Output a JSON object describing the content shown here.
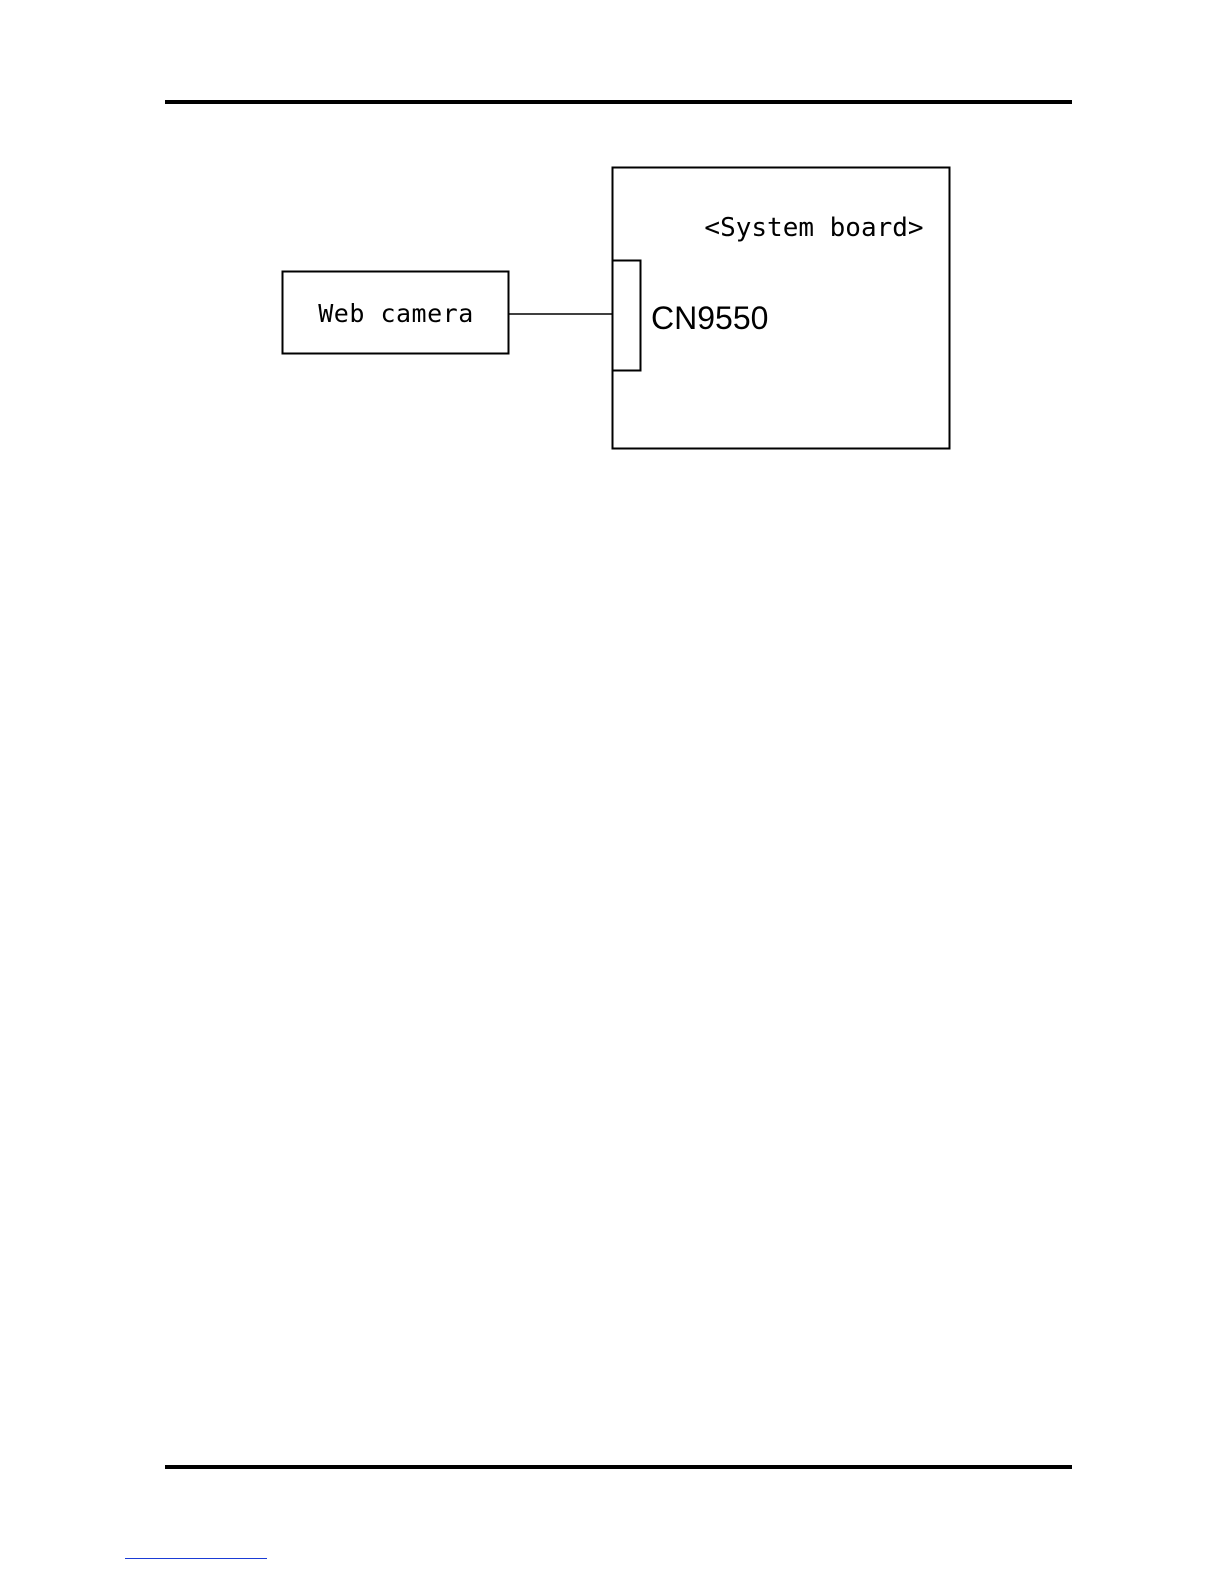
{
  "diagram": {
    "nodes": {
      "web_camera": {
        "label": "Web camera"
      },
      "system_board": {
        "label": "<System board>"
      },
      "connector": {
        "label": "CN9550"
      }
    },
    "edges": [
      {
        "from": "web_camera",
        "to": "connector"
      }
    ]
  }
}
